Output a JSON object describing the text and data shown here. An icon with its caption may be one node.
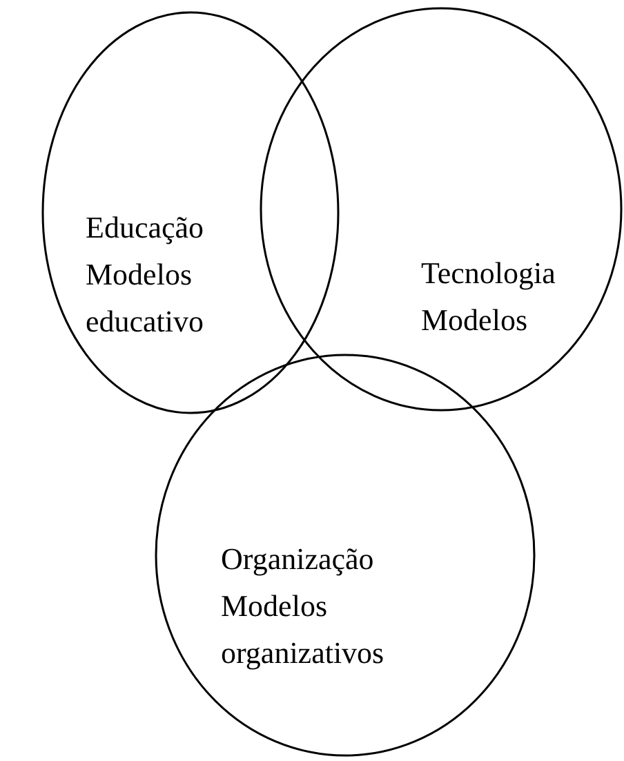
{
  "diagram": {
    "nodes": [
      {
        "text": [
          "Educação",
          "Modelos educativo"
        ]
      },
      {
        "text": [
          "Tecnologia",
          "Modelos"
        ]
      },
      {
        "text": [
          "Organização",
          "Modelos organizativos"
        ]
      }
    ]
  }
}
